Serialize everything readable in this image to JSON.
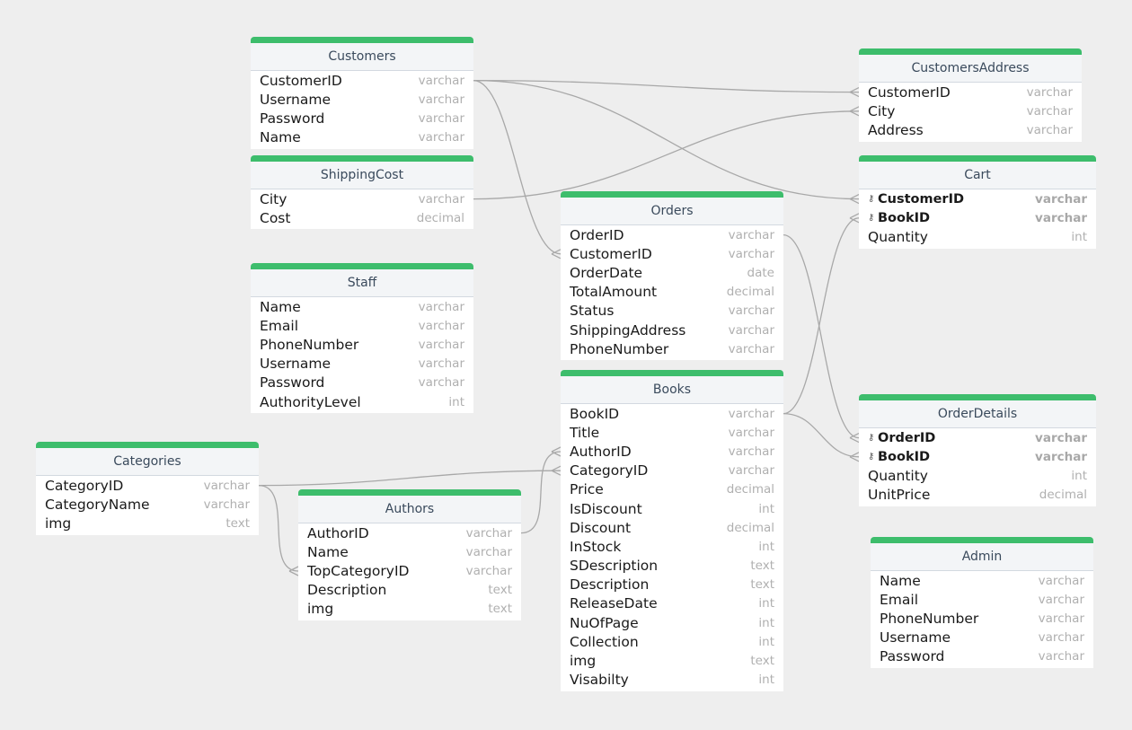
{
  "tables": [
    {
      "id": "Customers",
      "title": "Customers",
      "fields": [
        {
          "name": "CustomerID",
          "type": "varchar"
        },
        {
          "name": "Username",
          "type": "varchar"
        },
        {
          "name": "Password",
          "type": "varchar"
        },
        {
          "name": "Name",
          "type": "varchar"
        }
      ]
    },
    {
      "id": "ShippingCost",
      "title": "ShippingCost",
      "fields": [
        {
          "name": "City",
          "type": "varchar"
        },
        {
          "name": "Cost",
          "type": "decimal"
        }
      ]
    },
    {
      "id": "Staff",
      "title": "Staff",
      "fields": [
        {
          "name": "Name",
          "type": "varchar"
        },
        {
          "name": "Email",
          "type": "varchar"
        },
        {
          "name": "PhoneNumber",
          "type": "varchar"
        },
        {
          "name": "Username",
          "type": "varchar"
        },
        {
          "name": "Password",
          "type": "varchar"
        },
        {
          "name": "AuthorityLevel",
          "type": "int"
        }
      ]
    },
    {
      "id": "Categories",
      "title": "Categories",
      "fields": [
        {
          "name": "CategoryID",
          "type": "varchar"
        },
        {
          "name": "CategoryName",
          "type": "varchar"
        },
        {
          "name": "img",
          "type": "text"
        }
      ]
    },
    {
      "id": "Authors",
      "title": "Authors",
      "fields": [
        {
          "name": "AuthorID",
          "type": "varchar"
        },
        {
          "name": "Name",
          "type": "varchar"
        },
        {
          "name": "TopCategoryID",
          "type": "varchar"
        },
        {
          "name": "Description",
          "type": "text"
        },
        {
          "name": "img",
          "type": "text"
        }
      ]
    },
    {
      "id": "Orders",
      "title": "Orders",
      "fields": [
        {
          "name": "OrderID",
          "type": "varchar"
        },
        {
          "name": "CustomerID",
          "type": "varchar"
        },
        {
          "name": "OrderDate",
          "type": "date"
        },
        {
          "name": "TotalAmount",
          "type": "decimal"
        },
        {
          "name": "Status",
          "type": "varchar"
        },
        {
          "name": "ShippingAddress",
          "type": "varchar"
        },
        {
          "name": "PhoneNumber",
          "type": "varchar"
        }
      ]
    },
    {
      "id": "Books",
      "title": "Books",
      "fields": [
        {
          "name": "BookID",
          "type": "varchar"
        },
        {
          "name": "Title",
          "type": "varchar"
        },
        {
          "name": "AuthorID",
          "type": "varchar"
        },
        {
          "name": "CategoryID",
          "type": "varchar"
        },
        {
          "name": "Price",
          "type": "decimal"
        },
        {
          "name": "IsDiscount",
          "type": "int"
        },
        {
          "name": "Discount",
          "type": "decimal"
        },
        {
          "name": "InStock",
          "type": "int"
        },
        {
          "name": "SDescription",
          "type": "text"
        },
        {
          "name": "Description",
          "type": "text"
        },
        {
          "name": "ReleaseDate",
          "type": "int"
        },
        {
          "name": "NuOfPage",
          "type": "int"
        },
        {
          "name": "Collection",
          "type": "int"
        },
        {
          "name": "img",
          "type": "text"
        },
        {
          "name": "Visabilty",
          "type": "int"
        }
      ]
    },
    {
      "id": "CustomersAddress",
      "title": "CustomersAddress",
      "fields": [
        {
          "name": "CustomerID",
          "type": "varchar"
        },
        {
          "name": "City",
          "type": "varchar"
        },
        {
          "name": "Address",
          "type": "varchar"
        }
      ]
    },
    {
      "id": "Cart",
      "title": "Cart",
      "fields": [
        {
          "name": "CustomerID",
          "type": "varchar",
          "pk": true
        },
        {
          "name": "BookID",
          "type": "varchar",
          "pk": true
        },
        {
          "name": "Quantity",
          "type": "int"
        }
      ]
    },
    {
      "id": "OrderDetails",
      "title": "OrderDetails",
      "fields": [
        {
          "name": "OrderID",
          "type": "varchar",
          "pk": true
        },
        {
          "name": "BookID",
          "type": "varchar",
          "pk": true
        },
        {
          "name": "Quantity",
          "type": "int"
        },
        {
          "name": "UnitPrice",
          "type": "decimal"
        }
      ]
    },
    {
      "id": "Admin",
      "title": "Admin",
      "fields": [
        {
          "name": "Name",
          "type": "varchar"
        },
        {
          "name": "Email",
          "type": "varchar"
        },
        {
          "name": "PhoneNumber",
          "type": "varchar"
        },
        {
          "name": "Username",
          "type": "varchar"
        },
        {
          "name": "Password",
          "type": "varchar"
        }
      ]
    }
  ],
  "relations": [
    {
      "from": "Customers.CustomerID",
      "to": "CustomersAddress.CustomerID",
      "kind": "one-to-many"
    },
    {
      "from": "Customers.CustomerID",
      "to": "Cart.CustomerID",
      "kind": "one-to-many"
    },
    {
      "from": "Customers.CustomerID",
      "to": "Orders.CustomerID",
      "kind": "one-to-many"
    },
    {
      "from": "ShippingCost.City",
      "to": "CustomersAddress.City",
      "kind": "one-to-many"
    },
    {
      "from": "Orders.OrderID",
      "to": "OrderDetails.OrderID",
      "kind": "one-to-many"
    },
    {
      "from": "Books.BookID",
      "to": "Cart.BookID",
      "kind": "one-to-many"
    },
    {
      "from": "Books.BookID",
      "to": "OrderDetails.BookID",
      "kind": "one-to-many"
    },
    {
      "from": "Categories.CategoryID",
      "to": "Books.CategoryID",
      "kind": "one-to-many"
    },
    {
      "from": "Categories.CategoryID",
      "to": "Authors.TopCategoryID",
      "kind": "one-to-many"
    },
    {
      "from": "Authors.AuthorID",
      "to": "Books.AuthorID",
      "kind": "one-to-many"
    }
  ],
  "colors": {
    "header_bar": "#3dbd6c",
    "link": "#a8a8a8",
    "background": "#eeeeee"
  },
  "icons": {
    "primary_key": "key-icon"
  }
}
